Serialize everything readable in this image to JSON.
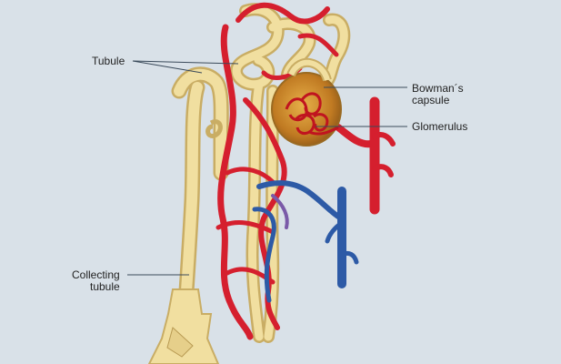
{
  "labels": {
    "tubule": "Tubule",
    "bowmans_capsule": [
      "Bowman´s",
      "capsule"
    ],
    "glomerulus": "Glomerulus",
    "collecting_tubule": [
      "Collecting",
      "tubule"
    ]
  },
  "colors": {
    "background": "#d9e1e8",
    "tubule": "#f1dfa0",
    "tubule_shade": "#c9ad64",
    "artery": "#d51f2e",
    "vein": "#2d5aa6",
    "capsule": "#c9862a",
    "label_line": "#3a4a5a"
  }
}
